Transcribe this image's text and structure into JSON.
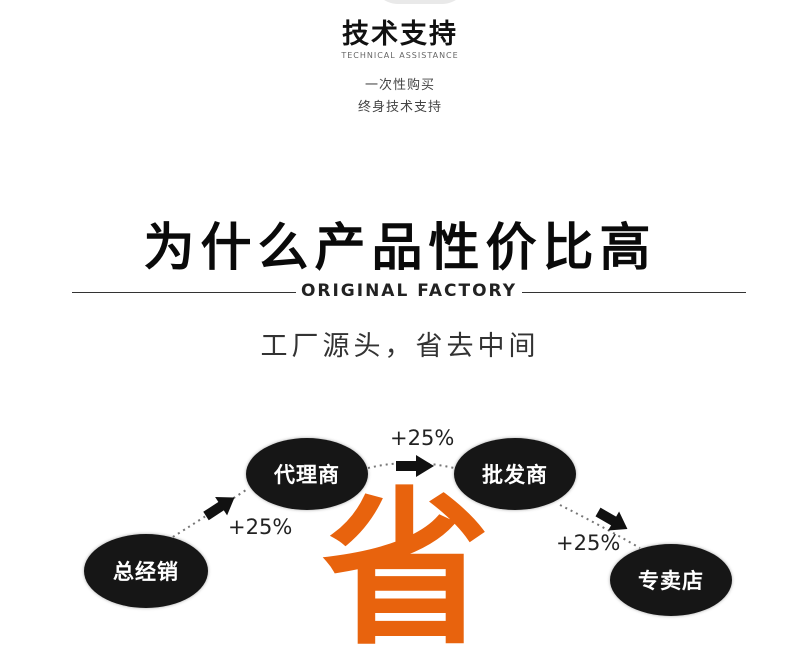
{
  "support": {
    "title": "技术支持",
    "subtitle": "TECHNICAL ASSISTANCE",
    "line1": "一次性购买",
    "line2": "终身技术支持"
  },
  "headline": "为什么产品性价比高",
  "divider_label": "ORIGINAL FACTORY",
  "subtitle": "工厂源头，省去中间",
  "diagram": {
    "nodes": {
      "general_distributor": "总经销",
      "agent": "代理商",
      "wholesaler": "批发商",
      "store": "专卖店"
    },
    "markups": [
      "+25%",
      "+25%",
      "+25%"
    ],
    "center_char": "省",
    "center_color": "#e8630d",
    "node_color": "#161616"
  }
}
